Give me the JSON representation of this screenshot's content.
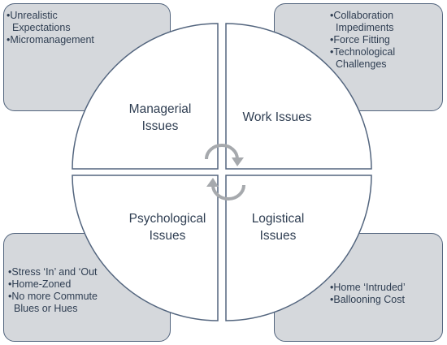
{
  "quadrants": {
    "top_left": {
      "label_line1": "Managerial",
      "label_line2": "Issues",
      "items": [
        "Unrealistic Expectations",
        "Micromanagement"
      ]
    },
    "top_right": {
      "label_line1": "Work Issues",
      "label_line2": "",
      "items": [
        "Collaboration Impediments",
        "Force Fitting",
        "Technological Challenges"
      ]
    },
    "bottom_left": {
      "label_line1": "Psychological",
      "label_line2": "Issues",
      "items": [
        "Stress ‘In’ and ‘Out",
        "Home-Zoned",
        "No more Commute Blues or Hues"
      ]
    },
    "bottom_right": {
      "label_line1": "Logistical",
      "label_line2": "Issues",
      "items": [
        "Home ‘Intruded’",
        "Ballooning Cost"
      ]
    }
  },
  "colors": {
    "box_fill": "#d5d8dc",
    "outline": "#53657e",
    "text": "#2f3e52",
    "cycle_arrows": "#a6a9ad"
  },
  "icons": {
    "center": "cycle-arrows-icon"
  }
}
